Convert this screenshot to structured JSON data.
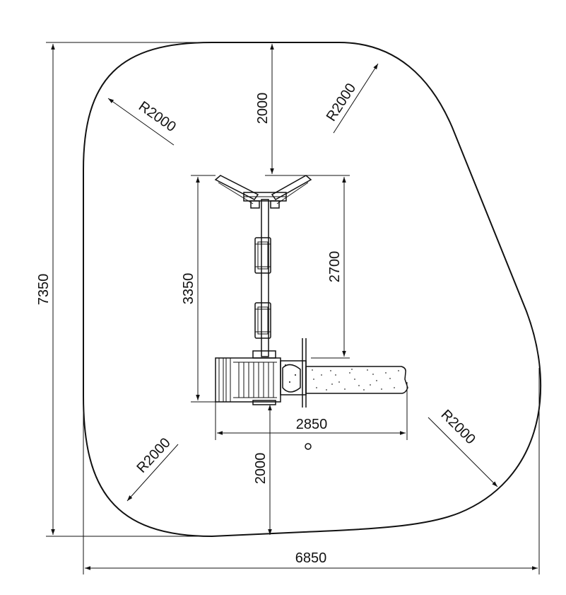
{
  "dimensions": {
    "overall_height": "7350",
    "overall_width": "6850",
    "top_clearance": "2000",
    "bottom_clearance": "2000",
    "equipment_length": "3350",
    "beam_span": "2700",
    "equipment_width": "2850"
  },
  "radii": {
    "top_left": "R2000",
    "top_right": "R2000",
    "bottom_left": "R2000",
    "bottom_right": "R2000"
  }
}
